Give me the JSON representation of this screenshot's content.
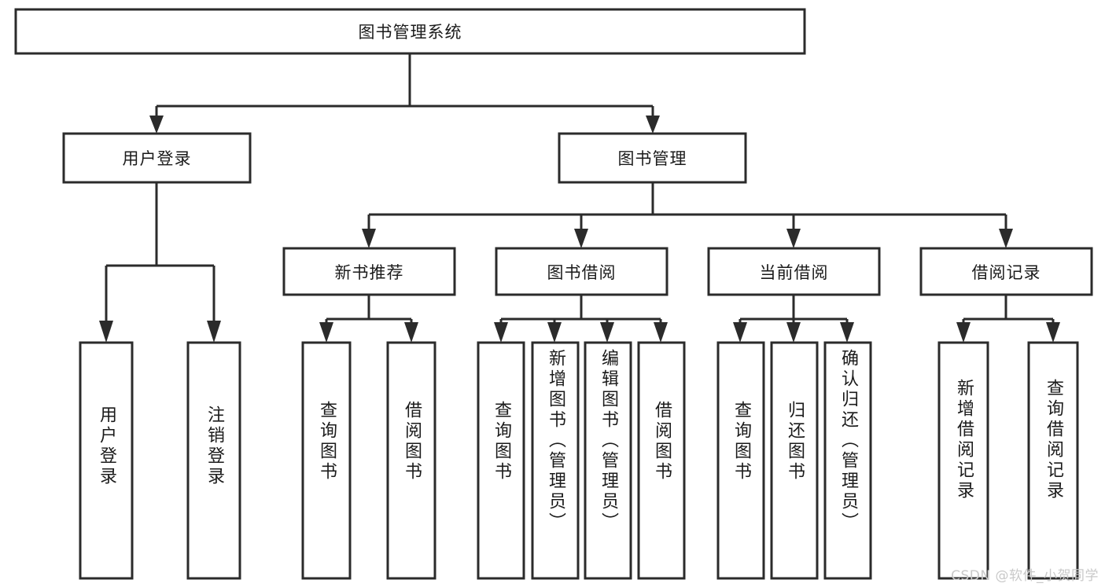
{
  "diagram": {
    "title": "图书管理系统",
    "type": "tree-hierarchy-chart",
    "watermark": "CSDN @软件_小贺同学",
    "colors": {
      "box_stroke": "#2b2b2b",
      "box_fill": "#ffffff",
      "connector": "#2b2b2b",
      "text": "#1b1b1b",
      "background": "#ffffff",
      "watermark": "#c9c9c9"
    },
    "root": {
      "label": "图书管理系统"
    },
    "level2": [
      {
        "label": "用户登录"
      },
      {
        "label": "图书管理"
      }
    ],
    "level3": [
      {
        "label": "新书推荐"
      },
      {
        "label": "图书借阅"
      },
      {
        "label": "当前借阅"
      },
      {
        "label": "借阅记录"
      }
    ],
    "leaves": {
      "user_login": [
        {
          "label": "用户登录"
        },
        {
          "label": "注销登录"
        }
      ],
      "new_book_recommend": [
        {
          "label": "查询图书"
        },
        {
          "label": "借阅图书"
        }
      ],
      "book_borrow": [
        {
          "label": "查询图书"
        },
        {
          "label": "新增图书（管理员）"
        },
        {
          "label": "编辑图书（管理员）"
        },
        {
          "label": "借阅图书"
        }
      ],
      "current_borrow": [
        {
          "label": "查询图书"
        },
        {
          "label": "归还图书"
        },
        {
          "label": "确认归还（管理员）"
        }
      ],
      "borrow_record": [
        {
          "label": "新增借阅记录"
        },
        {
          "label": "查询借阅记录"
        }
      ]
    }
  }
}
